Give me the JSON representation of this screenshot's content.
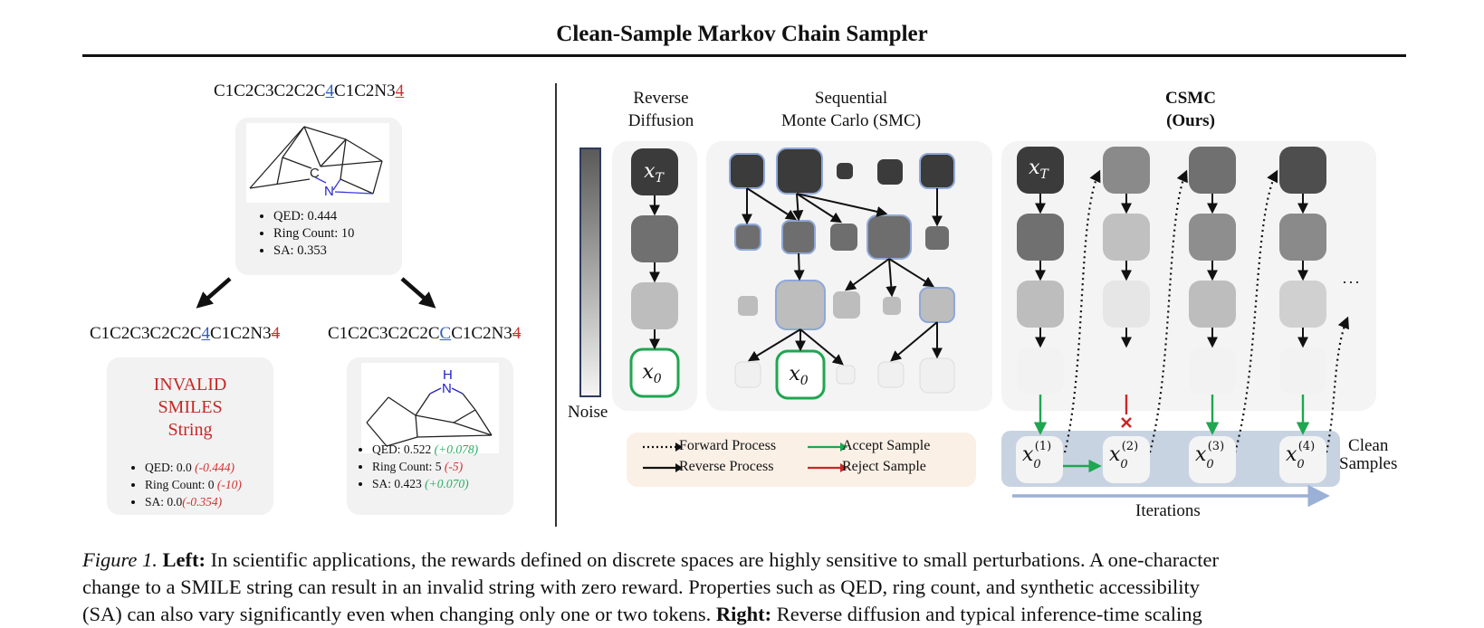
{
  "figure_title": "Clean-Sample Markov Chain Sampler",
  "left": {
    "top_smiles": {
      "prefix": "C1C2C3C2C2C",
      "mid": "4",
      "mid2": "C1C2N3",
      "end": "4"
    },
    "top_props": [
      "QED: 0.444",
      "Ring Count: 10",
      "SA: 0.353"
    ],
    "left_smiles": {
      "prefix": "C1C2C3C2C2C",
      "mid": "4",
      "mid2": "C1C2N3",
      "end": "4"
    },
    "invalid_lines": [
      "INVALID",
      "SMILES",
      "String"
    ],
    "left_props": [
      {
        "label": "QED: 0.0 ",
        "delta": "(-0.444)"
      },
      {
        "label": "Ring Count: 0 ",
        "delta": "(-10)"
      },
      {
        "label": "SA: 0.0",
        "delta": "(-0.354)"
      }
    ],
    "right_smiles": {
      "prefix": "C1C2C3C2C2C",
      "mid": "C",
      "mid2": "C1C2N3",
      "end": "4"
    },
    "right_props": [
      {
        "label": "QED: 0.522 ",
        "delta": "(+0.078)"
      },
      {
        "label": "Ring Count: 5 ",
        "delta": "(-5)"
      },
      {
        "label": "SA: 0.423 ",
        "delta": "(+0.070)"
      }
    ],
    "atom_C": "C",
    "atom_N": "N",
    "atom_H": "H"
  },
  "right": {
    "rd_header": [
      "Reverse",
      "Diffusion"
    ],
    "smc_header": [
      "Sequential",
      "Monte Carlo (SMC)"
    ],
    "csmc_header": [
      "CSMC",
      "(Ours)"
    ],
    "noise_label": "Noise",
    "legend": {
      "forward": "Forward Process",
      "reverse": "Reverse Process",
      "accept": "Accept Sample",
      "reject": "Reject Sample"
    },
    "clean_samples": [
      "Clean",
      "Samples"
    ],
    "iterations": "Iterations",
    "ellipsis": "···",
    "samples": [
      "1",
      "2",
      "3",
      "4"
    ]
  },
  "caption": {
    "figure_label": "Figure 1.",
    "left_label": "Left:",
    "line1": "In scientific applications, the rewards defined on discrete spaces are highly sensitive to small perturbations. A one-character",
    "line2": "change to a SMILE string can result in an invalid string with zero reward. Properties such as QED, ring count, and synthetic accessibility",
    "line3a": "(SA) can also vary significantly even when changing only one or two tokens.",
    "right_label": "Right:",
    "line3b": "Reverse diffusion and typical inference-time scaling"
  },
  "colors": {
    "accept": "#1fa650",
    "reject": "#c62828",
    "node_border": "#8fa8d8",
    "iter_arrow": "#9bb0d6"
  }
}
